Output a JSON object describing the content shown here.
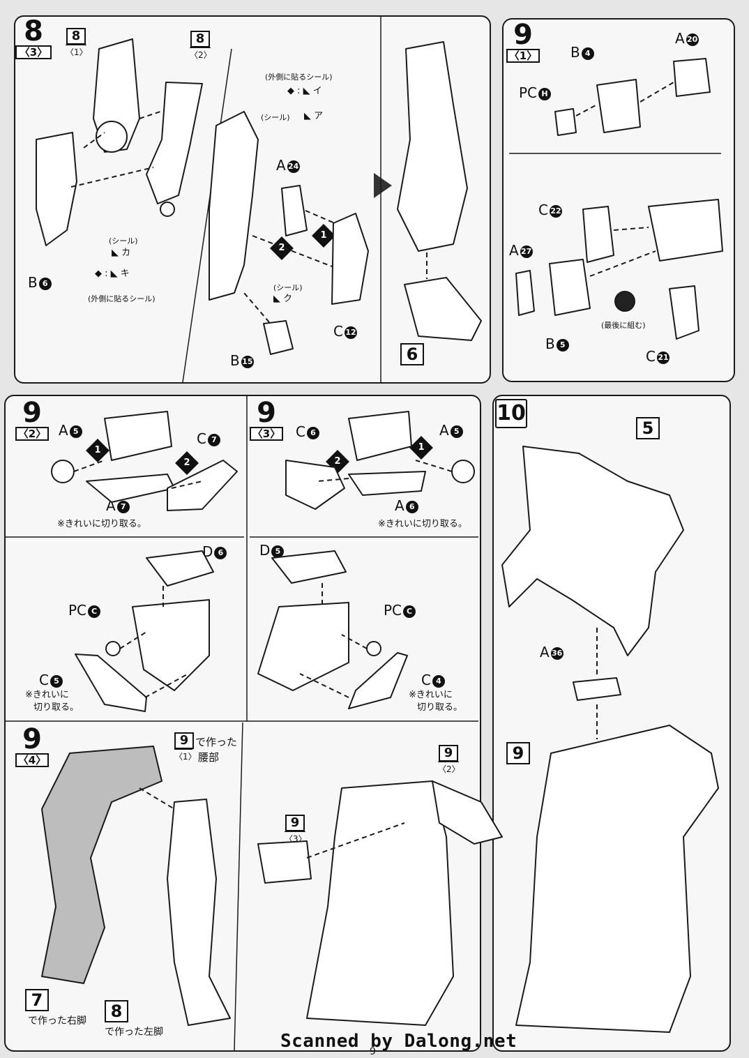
{
  "steps": {
    "s8_3": {
      "num": "8",
      "sub": "〈3〉"
    },
    "s8_1": {
      "num": "8",
      "sub": "〈1〉"
    },
    "s8_2": {
      "num": "8",
      "sub": "〈2〉"
    },
    "s9_1": {
      "num": "9",
      "sub": "〈1〉"
    },
    "s9_2": {
      "num": "9",
      "sub": "〈2〉"
    },
    "s9_3": {
      "num": "9",
      "sub": "〈3〉"
    },
    "s9_4": {
      "num": "9",
      "sub": "〈4〉"
    },
    "s10": {
      "num": "10"
    }
  },
  "panel8": {
    "seal_outer_top": "(外側に貼るシール)",
    "seal_i": "イ",
    "seal_label_a": "(シール)",
    "seal_a": "ア",
    "seal_label_ka": "(シール)",
    "seal_ka": "カ",
    "seal_ki": "キ",
    "seal_outer_bottom": "(外側に貼るシール)",
    "seal_label_ku": "(シール)",
    "seal_ku": "ク",
    "parts": {
      "a24": {
        "letter": "A",
        "no": "24"
      },
      "b6": {
        "letter": "B",
        "no": "6"
      },
      "c12": {
        "letter": "C",
        "no": "12"
      },
      "b15": {
        "letter": "B",
        "no": "15"
      }
    },
    "seq1": "1",
    "seq2": "2",
    "result_ref": "6"
  },
  "panel9_1": {
    "parts": {
      "a20": {
        "letter": "A",
        "no": "20"
      },
      "b4": {
        "letter": "B",
        "no": "4"
      },
      "pch": {
        "letter": "PC",
        "no": "H"
      },
      "c22": {
        "letter": "C",
        "no": "22"
      },
      "a27": {
        "letter": "A",
        "no": "27"
      },
      "b5": {
        "letter": "B",
        "no": "5"
      },
      "c21": {
        "letter": "C",
        "no": "21"
      }
    },
    "last_note": "(最後に組む)"
  },
  "panel9_2": {
    "parts": {
      "a5": {
        "letter": "A",
        "no": "5"
      },
      "c7": {
        "letter": "C",
        "no": "7"
      },
      "a7": {
        "letter": "A",
        "no": "7"
      },
      "d6": {
        "letter": "D",
        "no": "6"
      },
      "pcc": {
        "letter": "PC",
        "no": "C"
      },
      "c5": {
        "letter": "C",
        "no": "5"
      }
    },
    "cut_note_1": "※きれいに切り取る。",
    "cut_note_2a": "※きれいに",
    "cut_note_2b": "切り取る。",
    "seq1": "1",
    "seq2": "2"
  },
  "panel9_3": {
    "parts": {
      "c6": {
        "letter": "C",
        "no": "6"
      },
      "a5": {
        "letter": "A",
        "no": "5"
      },
      "a6": {
        "letter": "A",
        "no": "6"
      },
      "d5": {
        "letter": "D",
        "no": "5"
      },
      "pcc": {
        "letter": "PC",
        "no": "C"
      },
      "c4": {
        "letter": "C",
        "no": "4"
      }
    },
    "cut_note_1": "※きれいに切り取る。",
    "cut_note_2a": "※きれいに",
    "cut_note_2b": "切り取る。",
    "seq1": "1",
    "seq2": "2"
  },
  "panel9_4": {
    "ref_waist": {
      "num": "9",
      "sub": "〈1〉",
      "text1": "で作った",
      "text2": "腰部"
    },
    "ref_right_leg": {
      "num": "7",
      "text": "で作った右脚"
    },
    "ref_left_leg": {
      "num": "8",
      "text": "で作った左脚"
    },
    "ref_9_2": {
      "num": "9",
      "sub": "〈2〉"
    },
    "ref_9_3": {
      "num": "9",
      "sub": "〈3〉"
    }
  },
  "panel10": {
    "ref_5": "5",
    "ref_9": "9",
    "part_a36": {
      "letter": "A",
      "no": "36"
    }
  },
  "footer": {
    "credit": "Scanned by Dalong.net",
    "page": "9"
  }
}
